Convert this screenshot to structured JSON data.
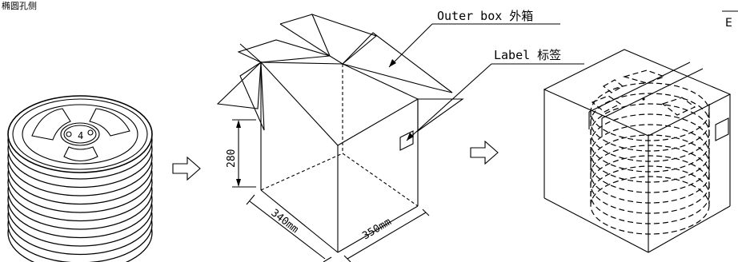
{
  "notes": {
    "top_left": "椭圆孔侧",
    "top_right": "E"
  },
  "callouts": {
    "outer_box": "Outer box 外箱",
    "label": "Label 标签"
  },
  "dimensions": {
    "height": "280",
    "width": "340mm",
    "depth": "350mm"
  },
  "reel": {
    "marking": "4"
  }
}
